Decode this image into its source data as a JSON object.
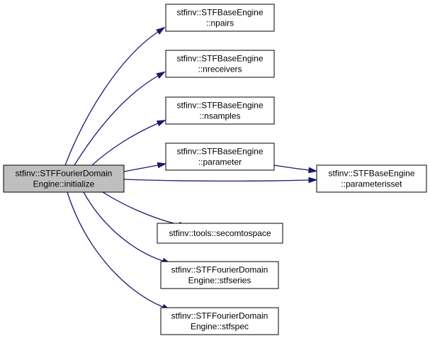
{
  "nodes": {
    "root": [
      "stfinv::STFFourierDomain",
      "Engine::initialize"
    ],
    "npairs": [
      "stfinv::STFBaseEngine",
      "::npairs"
    ],
    "nreceivers": [
      "stfinv::STFBaseEngine",
      "::nreceivers"
    ],
    "nsamples": [
      "stfinv::STFBaseEngine",
      "::nsamples"
    ],
    "parameter": [
      "stfinv::STFBaseEngine",
      "::parameter"
    ],
    "parameterisset": [
      "stfinv::STFBaseEngine",
      "::parameterisset"
    ],
    "secomtospace": [
      "stfinv::tools::secomtospace"
    ],
    "stfseries": [
      "stfinv::STFFourierDomain",
      "Engine::stfseries"
    ],
    "stfspec": [
      "stfinv::STFFourierDomain",
      "Engine::stfspec"
    ]
  },
  "edges": [
    [
      "root",
      "npairs"
    ],
    [
      "root",
      "nreceivers"
    ],
    [
      "root",
      "nsamples"
    ],
    [
      "root",
      "parameter"
    ],
    [
      "root",
      "parameterisset"
    ],
    [
      "root",
      "secomtospace"
    ],
    [
      "root",
      "stfseries"
    ],
    [
      "root",
      "stfspec"
    ],
    [
      "parameter",
      "parameterisset"
    ]
  ],
  "colors": {
    "edge": "#191970",
    "root_fill": "#bfbfbf",
    "node_fill": "#ffffff",
    "border": "#000000"
  }
}
